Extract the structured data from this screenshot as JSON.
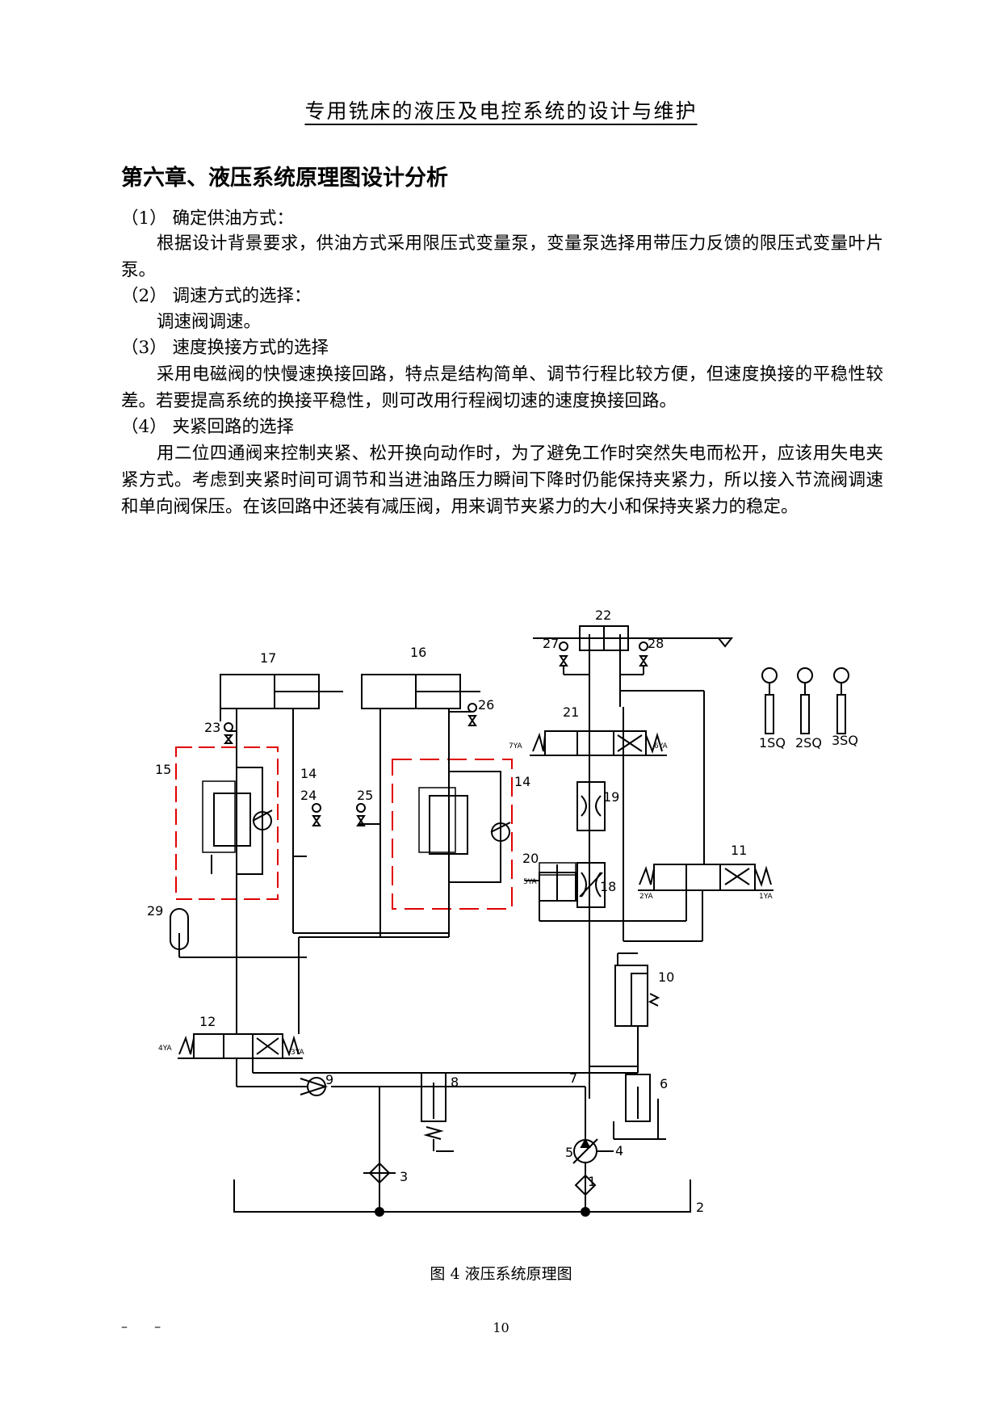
{
  "header": {
    "title": "专用铣床的液压及电控系统的设计与维护"
  },
  "chapter": {
    "title": "第六章、液压系统原理图设计分析"
  },
  "sections": [
    {
      "heading": "（1）  确定供油方式：",
      "body": "根据设计背景要求，供油方式采用限压式变量泵，变量泵选择用带压力反馈的限压式变量叶片泵。"
    },
    {
      "heading": "（2）  调速方式的选择：",
      "body": "调速阀调速。"
    },
    {
      "heading": "（3）  速度换接方式的选择",
      "body": "采用电磁阀的快慢速换接回路，特点是结构简单、调节行程比较方便，但速度换接的平稳性较差。若要提高系统的换接平稳性，则可改用行程阀切速的速度换接回路。"
    },
    {
      "heading": "（4）  夹紧回路的选择",
      "body": "用二位四通阀来控制夹紧、松开换向动作时，为了避免工作时突然失电而松开，应该用失电夹紧方式。考虑到夹紧时间可调节和当进油路压力瞬间下降时仍能保持夹紧力，所以接入节流阀调速和单向阀保压。在该回路中还装有减压阀，用来调节夹紧力的大小和保持夹紧力的稳定。"
    }
  ],
  "diagram": {
    "labels": {
      "n1": "1",
      "n2": "2",
      "n3": "3",
      "n4": "4",
      "n5": "5",
      "n6": "6",
      "n7": "7",
      "n8": "8",
      "n9": "9",
      "n10": "10",
      "n11": "11",
      "n12": "12",
      "n14a": "14",
      "n14b": "14",
      "n15": "15",
      "n16": "16",
      "n17": "17",
      "n18": "18",
      "n19": "19",
      "n20": "20",
      "n21": "21",
      "n22": "22",
      "n23": "23",
      "n24": "24",
      "n25": "25",
      "n26": "26",
      "n27": "27",
      "n28": "28",
      "n29": "29",
      "sq1": "1SQ",
      "sq2": "2SQ",
      "sq3": "3SQ",
      "ya1": "1YA",
      "ya2": "2YA",
      "ya3": "3YA",
      "ya4": "4YA",
      "ya5": "5YA",
      "ya6": "6YA",
      "ya7": "7YA"
    },
    "dashed_box_color": "#e00000"
  },
  "figure": {
    "caption": "图 4  液压系统原理图"
  },
  "footer": {
    "page_number": "10",
    "dashes": "– –"
  }
}
